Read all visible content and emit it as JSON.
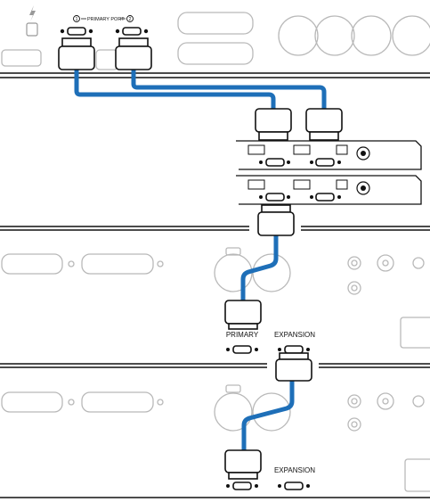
{
  "labels": {
    "primary_port": "PRIMARY PORT",
    "port_1": "1",
    "port_2": "2",
    "primary": "PRIMARY",
    "expansion_1": "EXPANSION",
    "expansion_2": "EXPANSION"
  },
  "colors": {
    "cable": "#1e6fb8",
    "line": "#111111",
    "faded": "#b9b9b9"
  },
  "icons": [
    "thunderbolt-icon",
    "xlr-connector-icon",
    "d-sub-connector-icon",
    "bnc-connector-icon",
    "usb-c-port-icon"
  ]
}
